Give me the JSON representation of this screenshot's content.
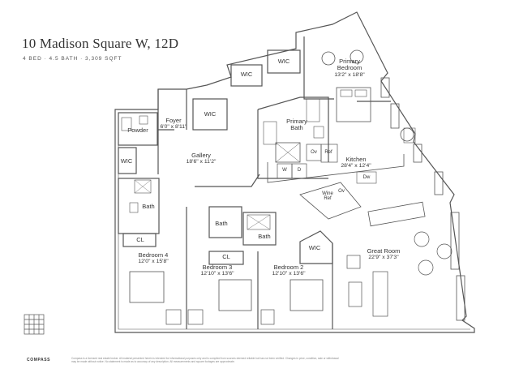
{
  "header": {
    "title": "10 Madison Square W, 12D",
    "subtitle": "4 BED · 4.5 BATH · 3,309 SQFT"
  },
  "rooms": {
    "wic_top_left": "WIC",
    "wic_top_right": "WIC",
    "primary_bedroom_name": "Primary",
    "primary_bedroom_name2": "Bedroom",
    "primary_bedroom_dim": "13'2\" x 18'8\"",
    "foyer_name": "Foyer",
    "foyer_dim": "6'0\" x 8'11\"",
    "wic_foyer": "WIC",
    "powder": "Powder",
    "primary_bath_name": "Primary",
    "primary_bath_name2": "Bath",
    "wic_left": "WIC",
    "gallery_name": "Gallery",
    "gallery_dim": "18'6\" x 11'2\"",
    "kitchen_name": "Kitchen",
    "kitchen_dim": "28'4\" x 12'4\"",
    "bath_left": "Bath",
    "cl_left": "CL",
    "bath_mid": "Bath",
    "bath_mid2": "Bath",
    "cl_mid": "CL",
    "wic_bed2": "WIC",
    "bedroom4_name": "Bedroom 4",
    "bedroom4_dim": "12'0\" x 15'8\"",
    "bedroom3_name": "Bedroom 3",
    "bedroom3_dim": "12'10\" x 13'6\"",
    "bedroom2_name": "Bedroom 2",
    "bedroom2_dim": "12'10\" x 13'6\"",
    "great_room_name": "Great Room",
    "great_room_dim": "22'9\" x 37'3\""
  },
  "appliances": {
    "w": "W",
    "d": "D",
    "ov": "Ov",
    "ref": "Ref",
    "dw": "Dw",
    "ov2": "Ov",
    "wine_ref": "Wine",
    "wine_ref2": "Ref"
  },
  "footer": {
    "brand": "COMPASS",
    "disclaimer": "Compass is a licensed real estate broker. All material presented herein is intended for informational purposes only and is compiled from sources deemed reliable but has not been verified. Changes in price, condition, sale or withdrawal may be made without notice. No statement is made as to accuracy of any description. All measurements and square footages are approximate."
  }
}
